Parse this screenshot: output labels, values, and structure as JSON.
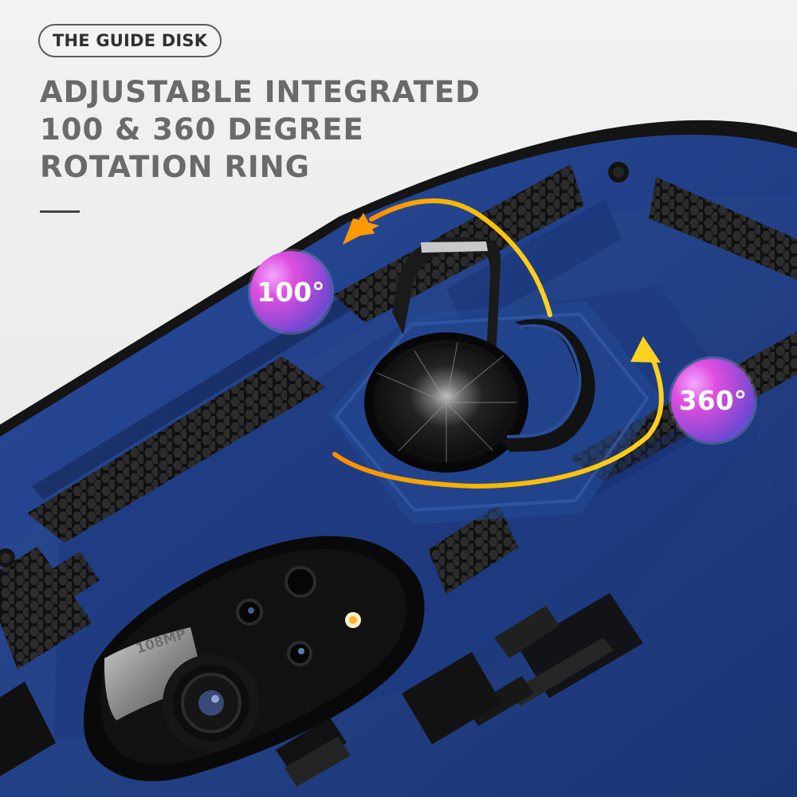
{
  "pill": {
    "label": "THE GUIDE DISK"
  },
  "headline": {
    "lines": [
      "ADJUSTABLE INTEGRATED",
      "100 & 360 DEGREE",
      "ROTATION RING"
    ]
  },
  "badges": {
    "left_label": "100°",
    "right_label": "360°"
  },
  "camera_label": "108MP",
  "colors": {
    "background": "#ececec",
    "headline": "#6a6a6a",
    "pill_text": "#303030",
    "case_blue": "#223b7d",
    "case_blue_dark": "#15285a",
    "case_black": "#151515",
    "accent_arrow": "#f6b600",
    "badge_pink": "#df4fe0",
    "badge_blue": "#1d8fe5"
  },
  "icons": {
    "pill": "outline-pill",
    "arrow_left": "curved-arrow-left-icon",
    "arrow_right": "curved-arrow-up-icon",
    "ring": "ring-holder-icon",
    "camera": "camera-lens-icon"
  }
}
